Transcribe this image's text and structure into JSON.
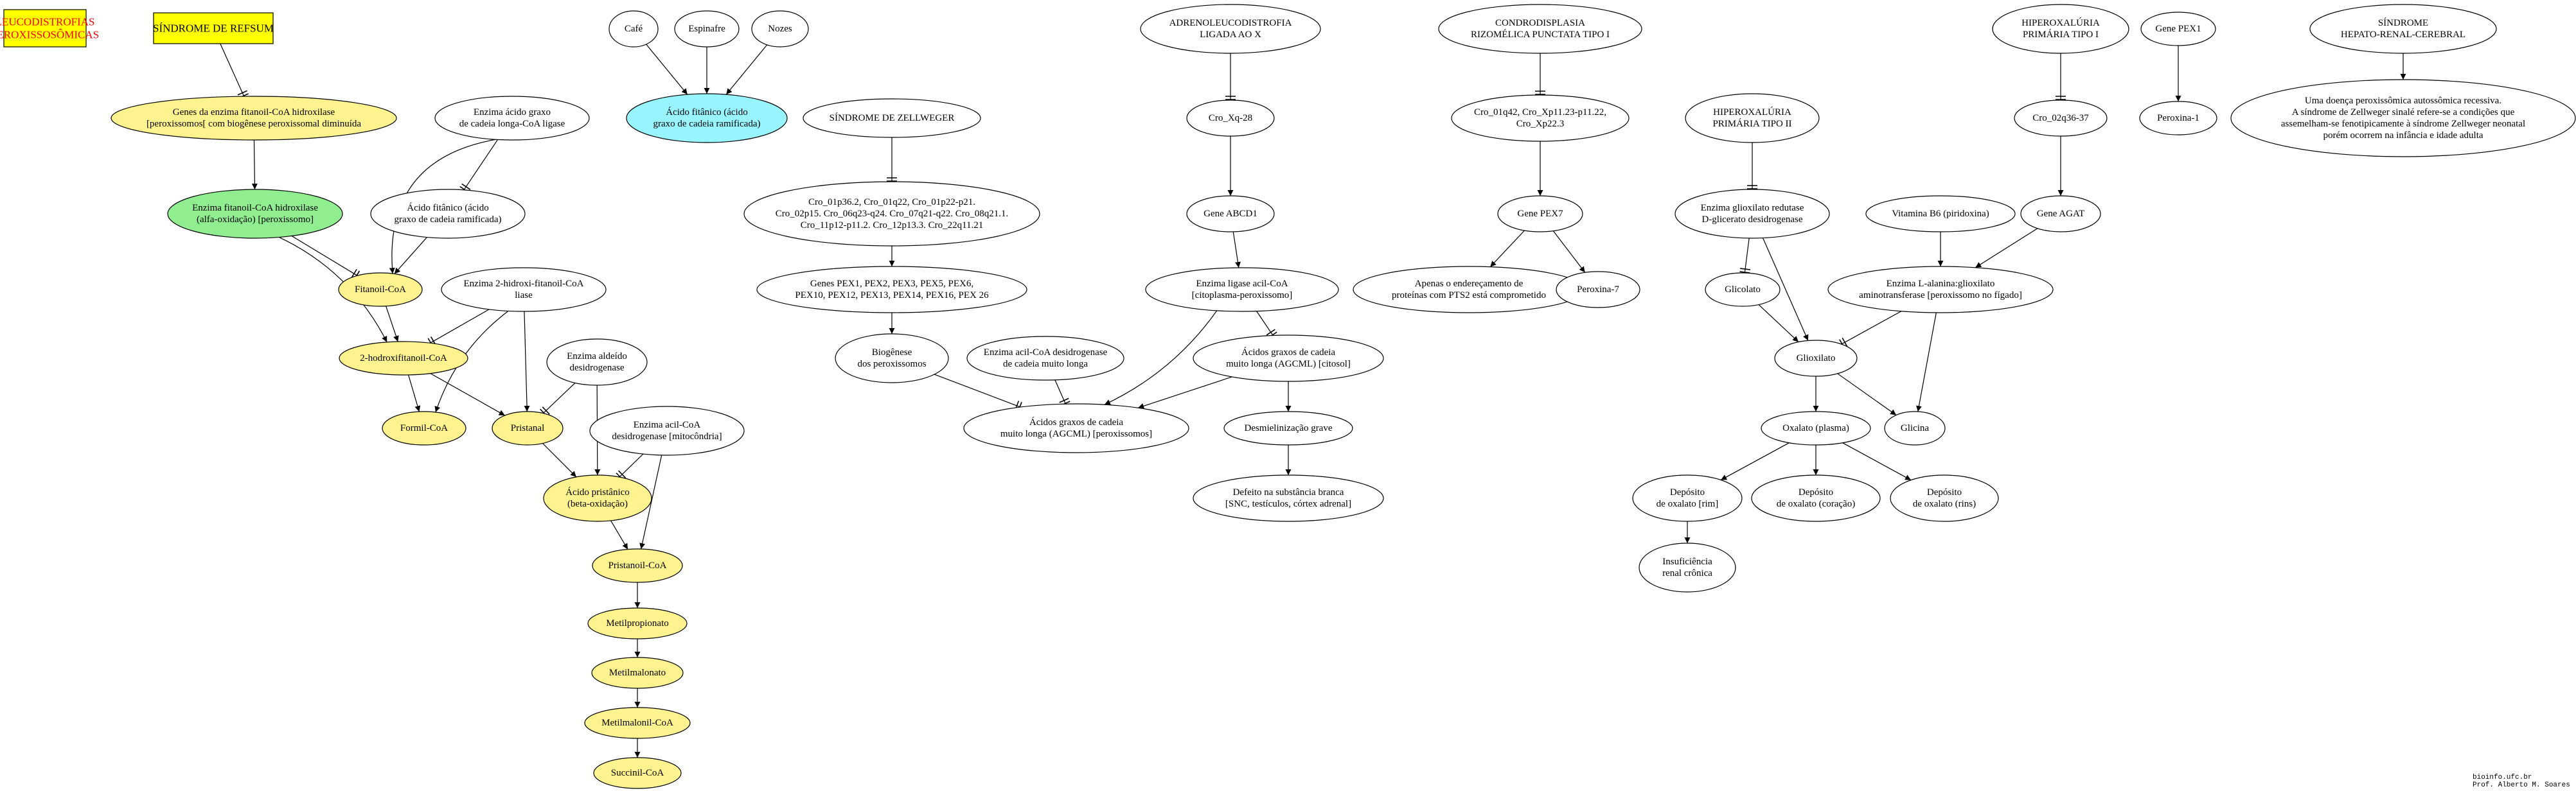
{
  "colors": {
    "yellow_fill": "#ffff00",
    "light_yellow": "#fff38f",
    "green_fill": "#90ee90",
    "cyan_fill": "#98f5ff",
    "white_fill": "#ffffff",
    "red_text": "#ff0000"
  },
  "titles": {
    "group_title": [
      "LEUCODISTROFIAS",
      "PEROXISSOSÔMICAS"
    ],
    "refsum": [
      "SÍNDROME DE REFSUM"
    ]
  },
  "nodes": {
    "genes_fitanoil": [
      "Genes da enzima fitanoil-CoA hidroxilase",
      "[peroxissomos[ com biogênese peroxissomal diminuída"
    ],
    "enzima_fitanoil_hidroxilase": [
      "Enzima fitanoil-CoA hidroxilase",
      "(alfa-oxidação) [peroxissomo]"
    ],
    "enzima_acido_graso_longa": [
      "Enzima ácido graxo",
      "de cadeia longa-CoA ligase"
    ],
    "acido_fitanico_1": [
      "Ácido fitânico (ácido",
      "graxo de cadeia ramificada)"
    ],
    "cafe": [
      "Café"
    ],
    "espinafre": [
      "Espinafre"
    ],
    "nozes": [
      "Nozes"
    ],
    "acido_fitanico_cyan": [
      "Ácido fitânico (ácido",
      "graxo de cadeia ramificada)"
    ],
    "fitanoil_coa": [
      "Fitanoil-CoA"
    ],
    "enzima_2hidroxi": [
      "Enzima 2-hidroxi-fitanoil-CoA",
      "liase"
    ],
    "hidroxifitanoil": [
      "2-hodroxifitanoil-CoA"
    ],
    "formil_coa": [
      "Formil-CoA"
    ],
    "pristanal": [
      "Pristanal"
    ],
    "enzima_aldeido": [
      "Enzima aldeído",
      "desidrogenase"
    ],
    "enzima_acil_mito": [
      "Enzima acil-CoA",
      "desidrogenase [mitocôndria]"
    ],
    "acido_pristanico": [
      "Ácido pristânico",
      "(beta-oxidação)"
    ],
    "pristanoil_coa": [
      "Pristanoil-CoA"
    ],
    "metilpropionato": [
      "Metilpropionato"
    ],
    "metilmalonato": [
      "Metilmalonato"
    ],
    "metilmalonil_coa": [
      "Metilmalonil-CoA"
    ],
    "succinil_coa": [
      "Succinil-CoA"
    ],
    "zellweger": [
      "SÍNDROME DE ZELLWEGER"
    ],
    "zellweger_cro": [
      "Cro_01p36.2, Cro_01q22, Cro_01p22-p21.",
      "Cro_02p15. Cro_06q23-q24. Cro_07q21-q22. Cro_08q21.1.",
      "Cro_11p12-p11.2. Cro_12p13.3. Cro_22q11.21"
    ],
    "genes_pex": [
      "Genes PEX1, PEX2, PEX3, PEX5, PEX6,",
      "PEX10, PEX12, PEX13, PEX14, PEX16, PEX 26"
    ],
    "biogenese": [
      "Biogênese",
      "dos peroxissomos"
    ],
    "enzima_acil_muito_longa": [
      "Enzima acil-CoA desidrogenase",
      "de cadeia muito longa"
    ],
    "agcml_perox": [
      "Ácidos graxos de cadeia",
      "muito longa (AGCML) [peroxissomos]"
    ],
    "adreno": [
      "ADRENOLEUCODISTROFIA",
      "LIGADA AO X"
    ],
    "cro_xq28": [
      "Cro_Xq-28"
    ],
    "gene_abcd1": [
      "Gene ABCD1"
    ],
    "enzima_ligase": [
      "Enzima ligase acil-CoA",
      "[citoplasma-peroxissomo]"
    ],
    "agcml_citosol": [
      "Ácidos graxos de cadeia",
      "muito longa (AGCML) [citosol]"
    ],
    "desmielinizacao": [
      "Desmielinização grave"
    ],
    "defeito_branca": [
      "Defeito na substância branca",
      "[SNC, testículos, córtex adrenal]"
    ],
    "condro": [
      "CONDRODISPLASIA",
      "RIZOMÉLICA PUNCTATA TIPO I"
    ],
    "condro_cro": [
      "Cro_01q42, Cro_Xp11.23-p11.22,",
      "Cro_Xp22.3"
    ],
    "gene_pex7": [
      "Gene PEX7"
    ],
    "apenas_pts2": [
      "Apenas o endereçamento de",
      "proteínas com PTS2 está comprometido"
    ],
    "peroxina7": [
      "Peroxina-7"
    ],
    "hiperox2": [
      "HIPEROXALÚRIA",
      "PRIMÁRIA TIPO II"
    ],
    "enzima_glioxilato_redutase": [
      "Enzima glioxilato redutase",
      "D-glicerato desidrogenase"
    ],
    "glicolato": [
      "Glicolato"
    ],
    "glioxilato": [
      "Glioxilato"
    ],
    "oxalato_plasma": [
      "Oxalato (plasma)"
    ],
    "deposito_rim": [
      "Depósito",
      "de oxalato [rim]"
    ],
    "deposito_coracao": [
      "Depósito",
      "de oxalato (coração)"
    ],
    "deposito_rins": [
      "Depósito",
      "de oxalato (rins)"
    ],
    "insuficiencia": [
      "Insuficiência",
      "renal crônica"
    ],
    "glicina": [
      "Glicina"
    ],
    "vitamina_b6": [
      "Vitamina B6 (piridoxina)"
    ],
    "hiperox1": [
      "HIPEROXALÚRIA",
      "PRIMÁRIA TIPO I"
    ],
    "cro_02q36": [
      "Cro_02q36-37"
    ],
    "gene_agat": [
      "Gene AGAT"
    ],
    "enzima_alanina": [
      "Enzima L-alanina:glioxilato",
      "aminotransferase [peroxissomo no fígado]"
    ],
    "gene_pex1": [
      "Gene PEX1"
    ],
    "peroxina1": [
      "Peroxina-1"
    ],
    "hepato": [
      "SÍNDROME",
      "HEPATO-RENAL-CEREBRAL"
    ],
    "hepato_desc": [
      "Uma doença peroxissômica autossômica recessiva.",
      "A síndrome de Zellweger sinalé refere-se a condições que",
      "assemelham-se fenotipicamente à síndrome Zellweger neonatal",
      "porém ocorrem na infância e idade adulta"
    ]
  },
  "credits": [
    "bioinfo.ufc.br",
    "Prof. Alberto M. Soares"
  ]
}
